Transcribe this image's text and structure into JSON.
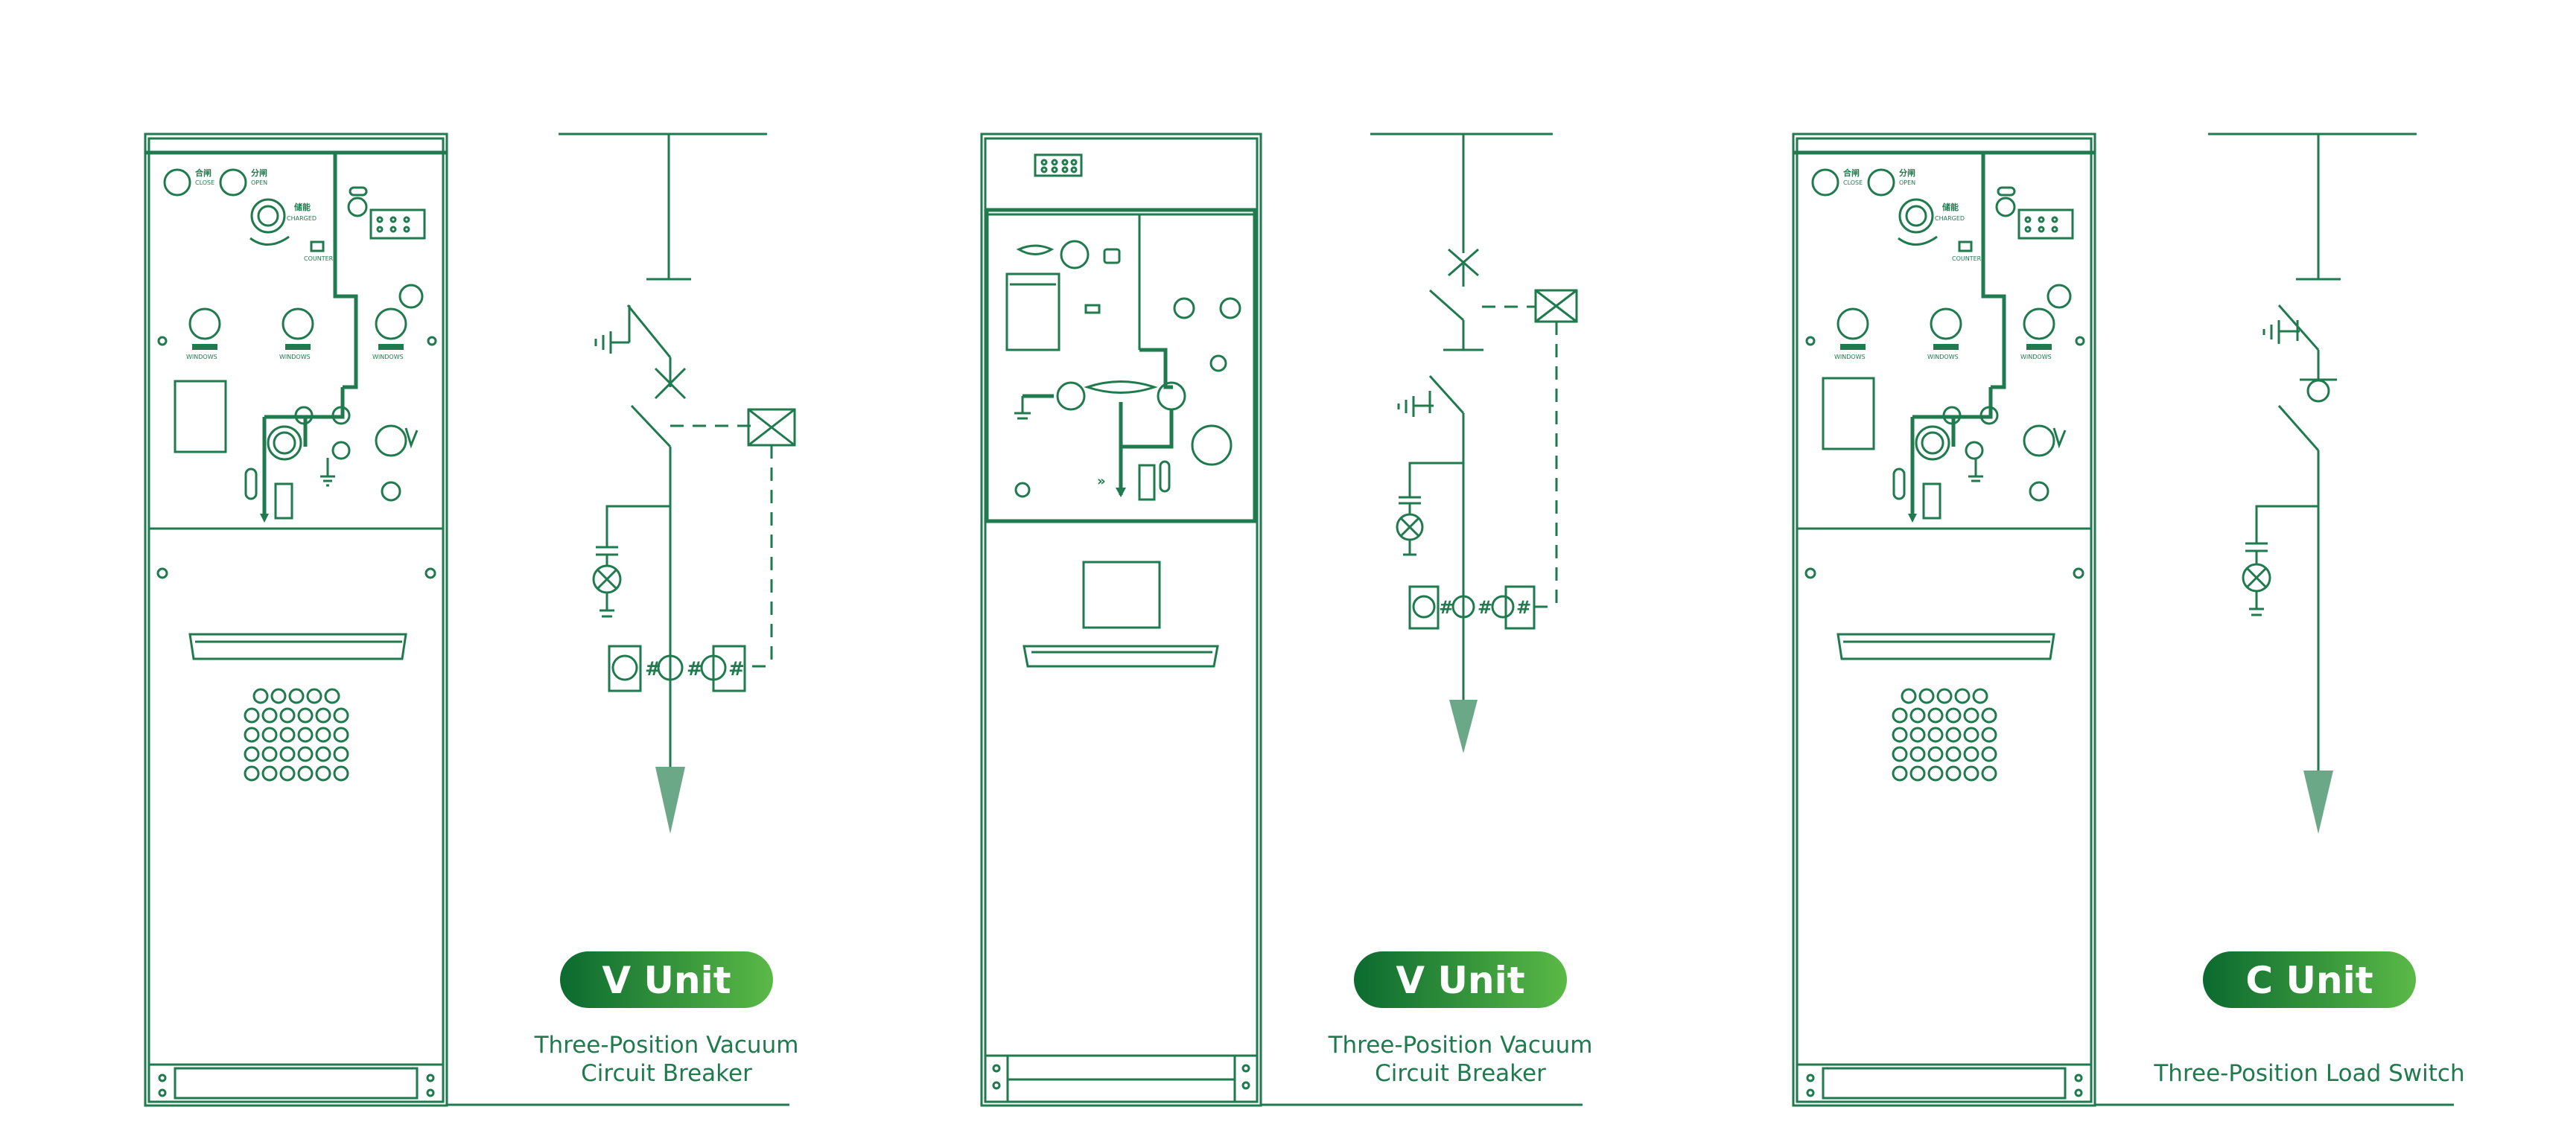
{
  "colors": {
    "line": "#1f7a4d",
    "badge_start": "#0b6a2f",
    "badge_end": "#5ab946",
    "arrow": "#6ba887"
  },
  "units": [
    {
      "badge": "V Unit",
      "caption_line1": "Three-Position Vacuum",
      "caption_line2": "Circuit Breaker"
    },
    {
      "badge": "V Unit",
      "caption_line1": "Three-Position Vacuum",
      "caption_line2": "Circuit Breaker"
    },
    {
      "badge": "C Unit",
      "caption_line1": "",
      "caption_line2": "Three-Position Load Switch"
    }
  ],
  "panel_labels": {
    "close": "CLOSE",
    "open": "OPEN",
    "charged": "CHARGED",
    "counter": "COUNTER",
    "windows": "WINDOWS"
  }
}
